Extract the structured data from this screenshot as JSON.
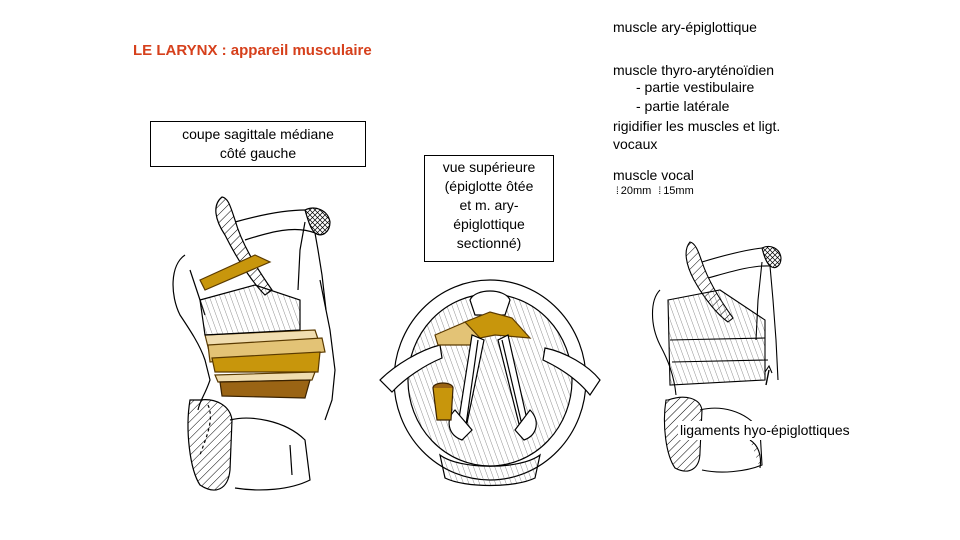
{
  "title": "LE LARYNX : appareil musculaire",
  "colors": {
    "title": "#d6401c",
    "muscle_gold": "#c8960c",
    "muscle_brown": "#9a6414",
    "muscle_light": "#e3c376",
    "muscle_pale": "#f0ddb0"
  },
  "boxes": {
    "sagittal": {
      "line1": "coupe sagittale médiane",
      "line2": "côté gauche"
    },
    "superior": {
      "line1": "vue supérieure",
      "line2": "(épiglotte ôtée",
      "line3": "et m. ary-",
      "line4": "épiglottique",
      "line5": "sectionné)"
    }
  },
  "legend": {
    "ary_epiglottique": "muscle ary-épiglottique",
    "thyro_arytenoidien": "muscle thyro-aryténoïdien",
    "partie_vestibulaire": "- partie vestibulaire",
    "partie_laterale": "- partie latérale",
    "rigidifier_1": "rigidifier les muscles et ligt.",
    "rigidifier_2": "vocaux",
    "muscle_vocal": "muscle vocal",
    "size_male": "20mm",
    "size_female": "15mm"
  },
  "labels": {
    "ligaments": "ligaments hyo-épiglottiques"
  },
  "icons": {
    "male": "male-figure-icon",
    "female": "female-figure-icon"
  }
}
